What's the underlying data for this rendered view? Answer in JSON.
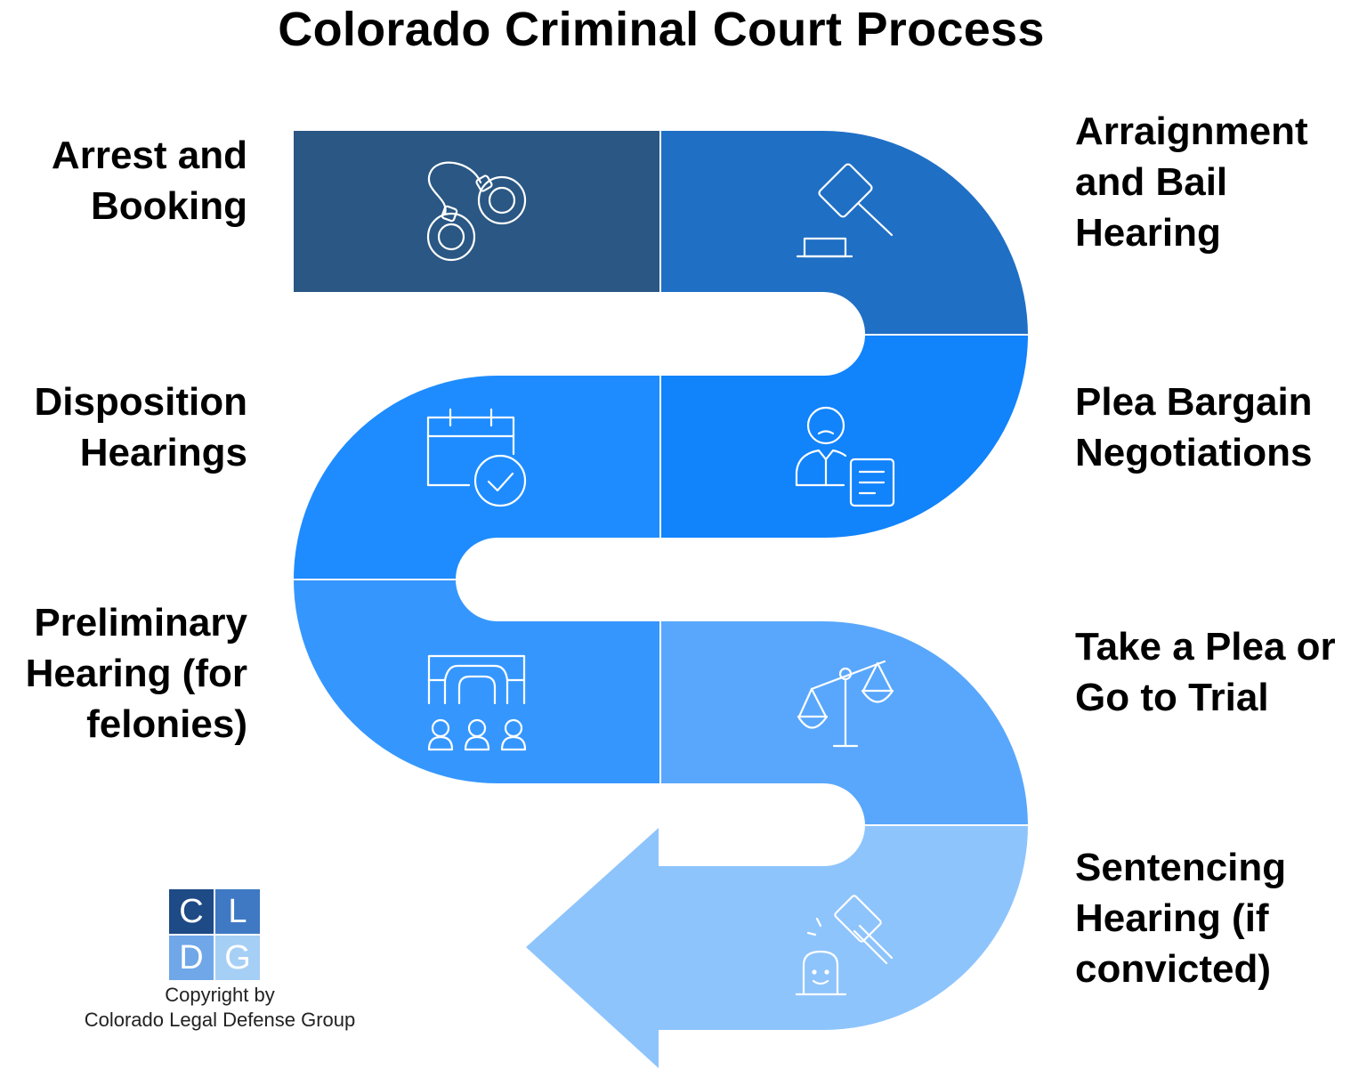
{
  "title": "Colorado Criminal Court Process",
  "steps": [
    {
      "lines": [
        "Arrest and",
        "Booking"
      ],
      "icon": "handcuffs-icon",
      "color": "#2A5783"
    },
    {
      "lines": [
        "Arraignment",
        "and Bail",
        "Hearing"
      ],
      "icon": "gavel-icon",
      "color": "#1F6FC5"
    },
    {
      "lines": [
        "Plea Bargain",
        "Negotiations"
      ],
      "icon": "person-document-icon",
      "color": "#1183FB"
    },
    {
      "lines": [
        "Disposition",
        "Hearings"
      ],
      "icon": "calendar-check-icon",
      "color": "#1E8CFF"
    },
    {
      "lines": [
        "Preliminary",
        "Hearing (for",
        "felonies)"
      ],
      "icon": "courtroom-icon",
      "color": "#3597FE"
    },
    {
      "lines": [
        "Take a Plea or",
        "Go to Trial"
      ],
      "icon": "scales-icon",
      "color": "#59A7FC"
    },
    {
      "lines": [
        "Sentencing",
        "Hearing (if",
        "convicted)"
      ],
      "icon": "gavel-strike-icon",
      "color": "#8EC4FC"
    }
  ],
  "logo": {
    "letters": [
      "C",
      "L",
      "D",
      "G"
    ],
    "colors": [
      "#1E4A86",
      "#3F79C4",
      "#6FA7E8",
      "#A6CFF5"
    ]
  },
  "copyright": [
    "Copyright by",
    "Colorado Legal Defense Group"
  ]
}
